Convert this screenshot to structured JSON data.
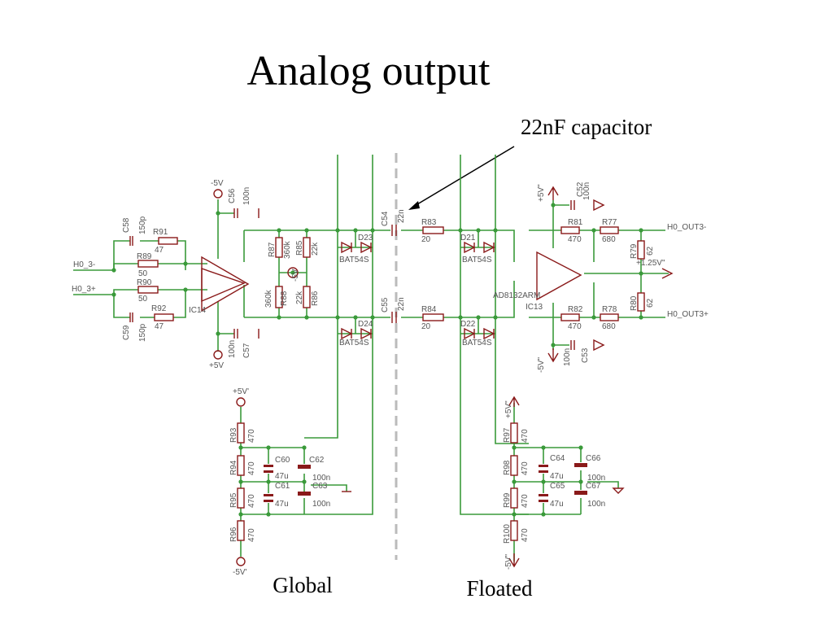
{
  "slide": {
    "title": "Analog output",
    "callout": "22nF capacitor",
    "label_left": "Global",
    "label_right": "Floated"
  },
  "colors": {
    "wire": "#3a9a3a",
    "component": "#8a1a1a",
    "label": "#555555",
    "divider": "#bbbbbb"
  },
  "schematic": {
    "power": {
      "m5v": "-5V",
      "p5v": "+5V",
      "p5vp": "+5V'",
      "m5vp": "-5V'",
      "p5vs": "+5V\"",
      "m5vs": "-5V\"",
      "vref": "+1.25V\""
    },
    "nets": {
      "in_minus": "H0_3-",
      "in_plus": "H0_3+",
      "out_minus": "H0_OUT3-",
      "out_plus": "H0_OUT3+"
    },
    "ics": {
      "ic14": "IC14",
      "ic13": "IC13",
      "ad8132": "AD8132ARM"
    },
    "parts": [
      {
        "id": "C58",
        "val": "150p"
      },
      {
        "id": "R91",
        "val": "47"
      },
      {
        "id": "R89",
        "val": "50"
      },
      {
        "id": "R90",
        "val": "50"
      },
      {
        "id": "R92",
        "val": "47"
      },
      {
        "id": "C59",
        "val": "150p"
      },
      {
        "id": "C56",
        "val": "100n"
      },
      {
        "id": "C57",
        "val": "100n"
      },
      {
        "id": "R87",
        "val": "360k"
      },
      {
        "id": "R85",
        "val": "22k"
      },
      {
        "id": "R88",
        "val": "360k"
      },
      {
        "id": "R86",
        "val": "22k"
      },
      {
        "id": "D23",
        "val": "BAT54S"
      },
      {
        "id": "D24",
        "val": "BAT54S"
      },
      {
        "id": "C54",
        "val": "22n"
      },
      {
        "id": "C55",
        "val": "22n"
      },
      {
        "id": "R83",
        "val": "20"
      },
      {
        "id": "R84",
        "val": "20"
      },
      {
        "id": "D21",
        "val": "BAT54S"
      },
      {
        "id": "D22",
        "val": "BAT54S"
      },
      {
        "id": "C52",
        "val": "100n"
      },
      {
        "id": "C53",
        "val": "100n"
      },
      {
        "id": "R81",
        "val": "470"
      },
      {
        "id": "R77",
        "val": "680"
      },
      {
        "id": "R82",
        "val": "470"
      },
      {
        "id": "R78",
        "val": "680"
      },
      {
        "id": "R79",
        "val": "62"
      },
      {
        "id": "R80",
        "val": "62"
      },
      {
        "id": "R93",
        "val": "470"
      },
      {
        "id": "R94",
        "val": "470"
      },
      {
        "id": "R95",
        "val": "470"
      },
      {
        "id": "R96",
        "val": "470"
      },
      {
        "id": "C60",
        "val": "47u"
      },
      {
        "id": "C61",
        "val": "47u"
      },
      {
        "id": "C62",
        "val": "100n"
      },
      {
        "id": "C63",
        "val": "100n"
      },
      {
        "id": "R97",
        "val": "470"
      },
      {
        "id": "R98",
        "val": "470"
      },
      {
        "id": "R99",
        "val": "470"
      },
      {
        "id": "R100",
        "val": "470"
      },
      {
        "id": "C64",
        "val": "47u"
      },
      {
        "id": "C65",
        "val": "47u"
      },
      {
        "id": "C66",
        "val": "100n"
      },
      {
        "id": "C67",
        "val": "100n"
      }
    ]
  }
}
